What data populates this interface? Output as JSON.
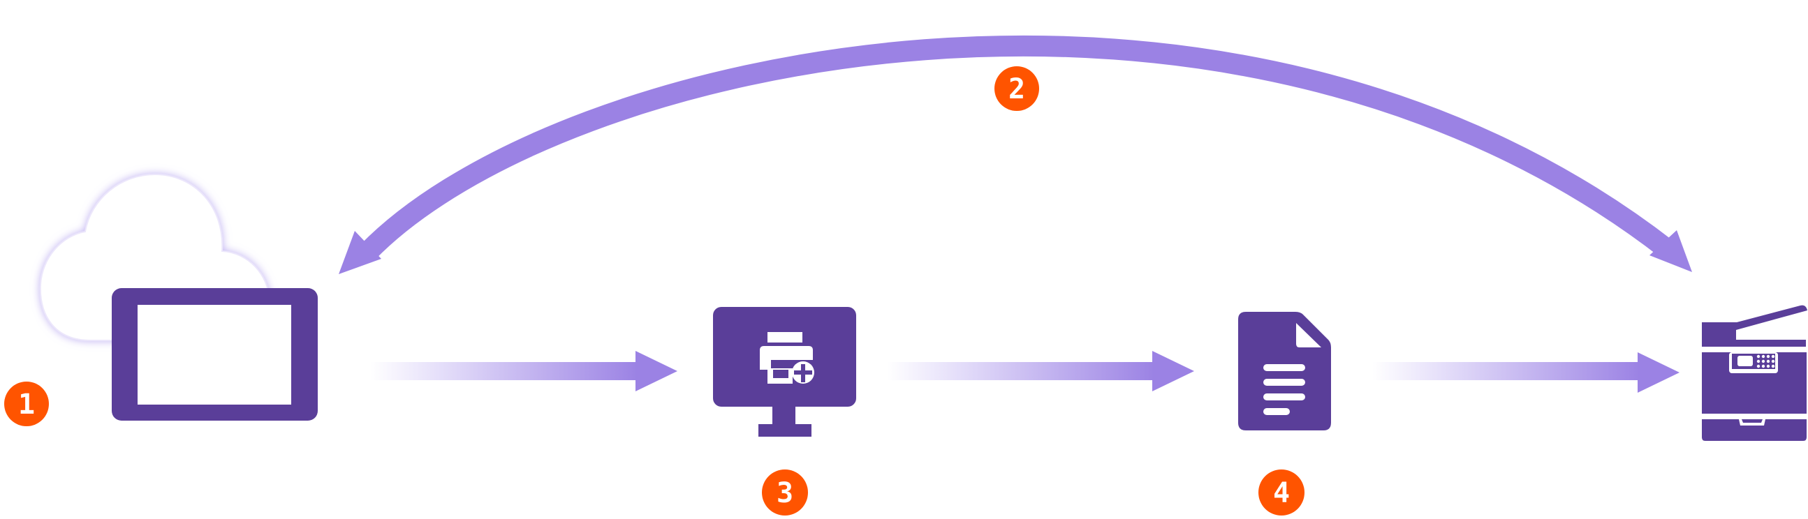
{
  "colors": {
    "primary": "#5A3E99",
    "arrow": "#9B82E4",
    "arrow_light": "#E9E3FA",
    "badge": "#FF5400",
    "cloud_glow": "#C7BCF3",
    "background": "#FFFFFF"
  },
  "steps": [
    {
      "number": "1"
    },
    {
      "number": "2"
    },
    {
      "number": "3"
    },
    {
      "number": "4"
    }
  ],
  "icons": {
    "cloud": "cloud-icon",
    "tablet": "tablet-icon",
    "monitor": "monitor-print-icon",
    "document": "document-icon",
    "printer": "multifunction-printer-icon"
  }
}
